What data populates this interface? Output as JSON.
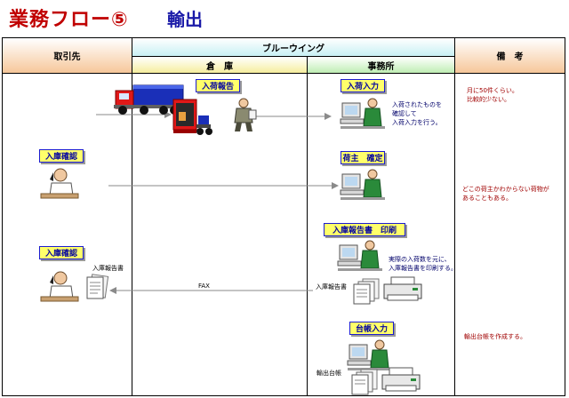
{
  "title": {
    "main": "業務フロー⑤",
    "sub": "輸出"
  },
  "headers": {
    "partner": "取引先",
    "company": "ブルーウイング",
    "warehouse": "倉　庫",
    "office": "事務所",
    "remarks": "備　考"
  },
  "boxes": {
    "arrival_report": "入荷報告",
    "arrival_input": "入荷入力",
    "owner_confirm": "荷主　確定",
    "partner_confirm_1": "入庫確認",
    "partner_confirm_2": "入庫確認",
    "report_print": "入庫報告書　印刷",
    "ledger_input": "台帳入力"
  },
  "notes": {
    "arrival_input": "入荷されたものを\n確認して\n入荷入力を行う。",
    "report_print": "実際の入荷数を元に、\n入庫報告書を印刷する。"
  },
  "labels": {
    "partner_report": "入庫報告書",
    "fax": "FAX",
    "office_report": "入庫報告書",
    "ledger": "輸出台帳"
  },
  "remarks": {
    "r1": "月に50件くらい。\n比較的少ない。",
    "r2": "どこの荷主かわからない荷物が\nあることもある。",
    "r3": "輸出台帳を作成する。"
  },
  "colors": {
    "title_main": "#c00000",
    "title_sub": "#1a1aa8",
    "box_fill": "#ffff6a",
    "box_border": "#1c1cd0",
    "remark_text": "#a00000"
  }
}
